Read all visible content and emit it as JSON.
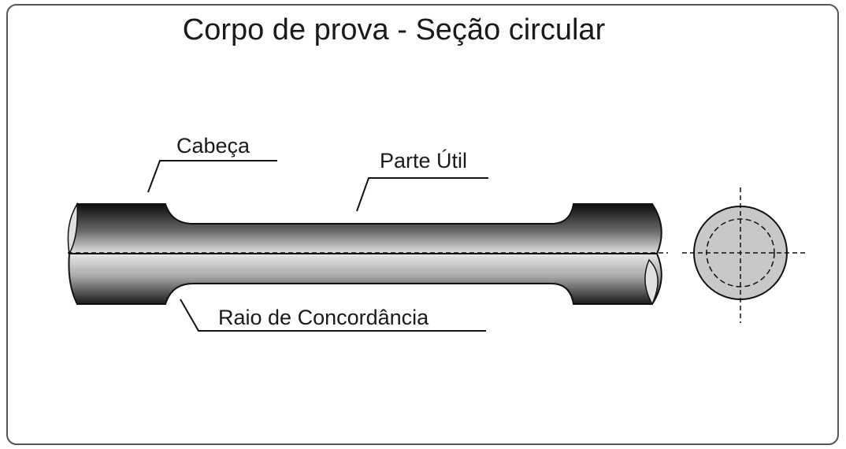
{
  "title": "Corpo de prova - Seção circular",
  "labels": {
    "head": "Cabeça",
    "useful_part": "Parte Útil",
    "fillet_radius": "Raio de Concordância"
  },
  "colors": {
    "frame": "#555555",
    "outline": "#111111",
    "shade_dark": "#1a1a1a",
    "shade_light": "#d8d8d8",
    "cross_section_fill": "#c8c8c8"
  }
}
